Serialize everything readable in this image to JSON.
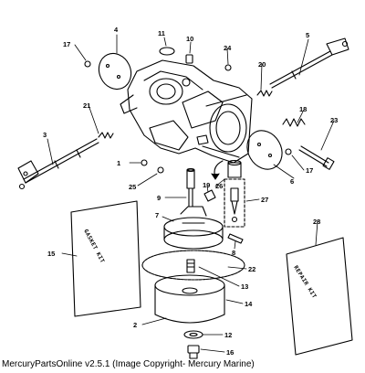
{
  "diagram": {
    "callouts": [
      "1",
      "2",
      "3",
      "4",
      "5",
      "6",
      "7",
      "8",
      "9",
      "10",
      "11",
      "12",
      "13",
      "14",
      "15",
      "16",
      "17",
      "17",
      "18",
      "19",
      "20",
      "21",
      "22",
      "23",
      "24",
      "25",
      "26",
      "27",
      "28"
    ],
    "gasket_kit_label": "GASKET KIT",
    "repair_kit_label": "REPAIR KIT"
  },
  "footer": {
    "credit": "MercuryPartsOnline v2.5.1 (Image Copyright- Mercury Marine)"
  }
}
